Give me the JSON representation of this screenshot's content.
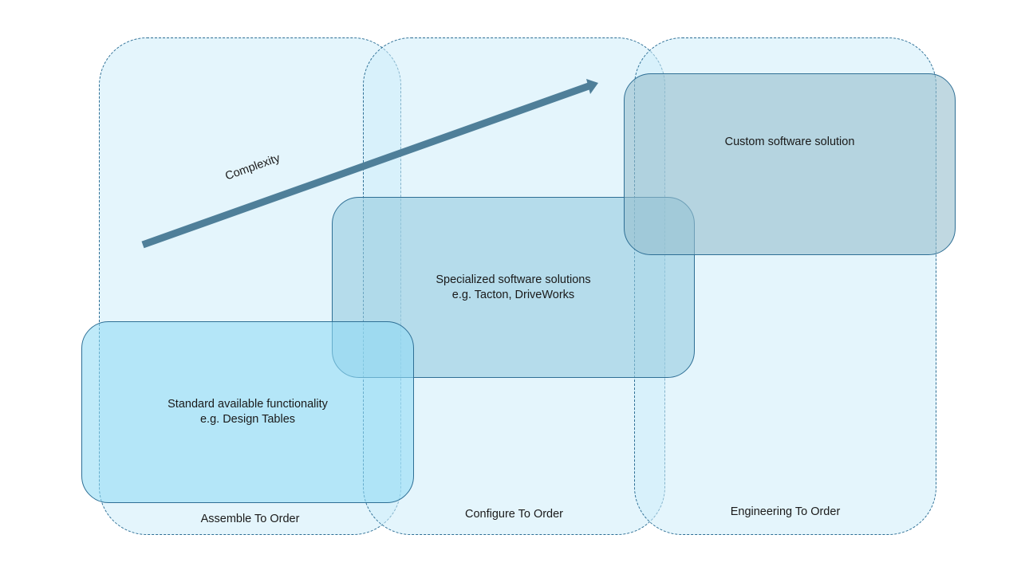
{
  "lanes": {
    "assemble": "Assemble To Order",
    "configure": "Configure To Order",
    "engineering": "Engineering To Order"
  },
  "arrow_label": "Complexity",
  "boxes": {
    "standard": {
      "line1": "Standard available functionality",
      "line2": "e.g. Design Tables"
    },
    "specialized": {
      "line1": "Specialized software solutions",
      "line2": "e.g. Tacton, DriveWorks"
    },
    "custom": {
      "line1": "Custom software solution"
    }
  }
}
